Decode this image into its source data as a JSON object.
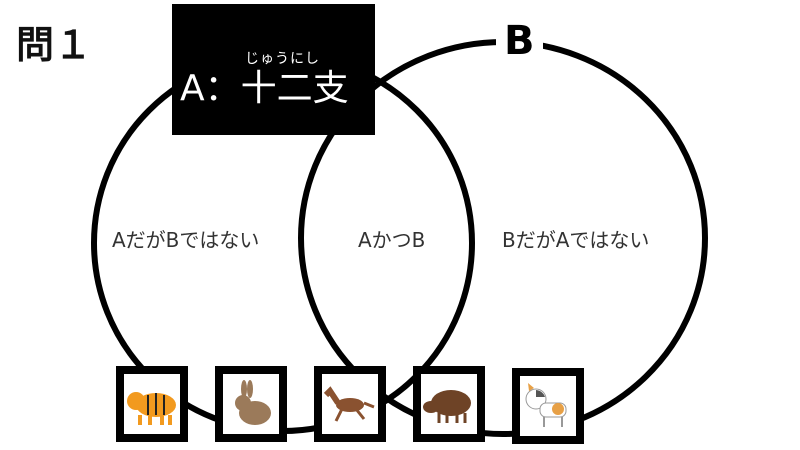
{
  "question_label": "問１",
  "set_a": {
    "label": "A：十二支",
    "ruby": "じゅうにし"
  },
  "set_b": {
    "label": "B"
  },
  "regions": {
    "a_only": "AだがBではない",
    "a_and_b": "AかつB",
    "b_only": "BだがAではない"
  },
  "cards": [
    {
      "animal": "tiger",
      "color": "#f29a1f"
    },
    {
      "animal": "rabbit",
      "color": "#9b7a5a"
    },
    {
      "animal": "horse",
      "color": "#8a5230"
    },
    {
      "animal": "boar",
      "color": "#6e4326"
    },
    {
      "animal": "cat",
      "color": "#e7a046"
    }
  ]
}
